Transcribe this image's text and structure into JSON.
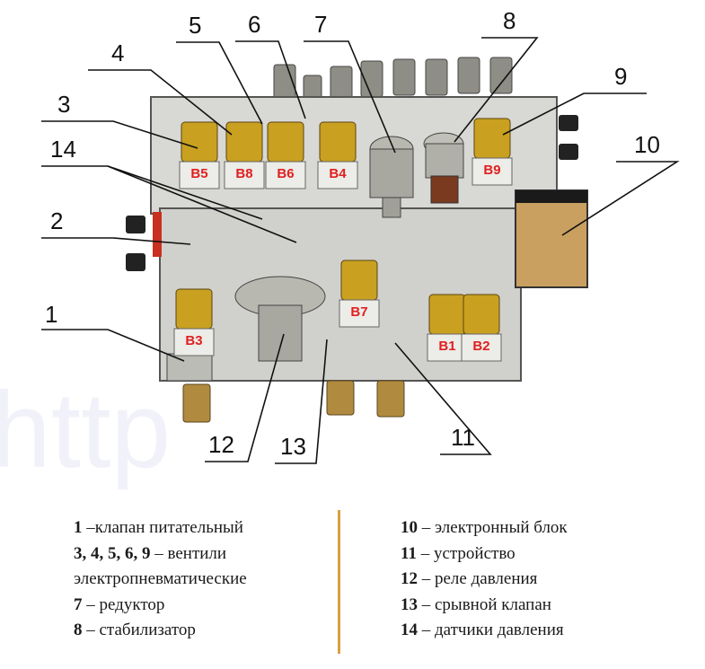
{
  "callouts": [
    "1",
    "2",
    "3",
    "4",
    "5",
    "6",
    "7",
    "8",
    "9",
    "10",
    "11",
    "12",
    "13",
    "14"
  ],
  "valve_labels": [
    "В5",
    "В8",
    "В6",
    "В4",
    "В9",
    "В3",
    "В7",
    "В1",
    "В2"
  ],
  "legend": {
    "left": [
      {
        "num": "1",
        "text": " –клапан питательный"
      },
      {
        "num": "3, 4, 5, 6, 9",
        "text": " – вентили"
      },
      {
        "num": "",
        "text": "электропневматические"
      },
      {
        "num": "7",
        "text": " – редуктор"
      },
      {
        "num": "8",
        "text": " – стабилизатор"
      }
    ],
    "right": [
      {
        "num": "10",
        "text": " – электронный блок"
      },
      {
        "num": "11",
        "text": " – устройство"
      },
      {
        "num": "12",
        "text": " – реле давления"
      },
      {
        "num": "13",
        "text": " – срывной клапан"
      },
      {
        "num": "14",
        "text": " – датчики давления"
      }
    ]
  },
  "colors": {
    "panel": "#d8d8d4",
    "valve": "#c9a020",
    "label": "#e02020",
    "divider": "#d9a040"
  }
}
